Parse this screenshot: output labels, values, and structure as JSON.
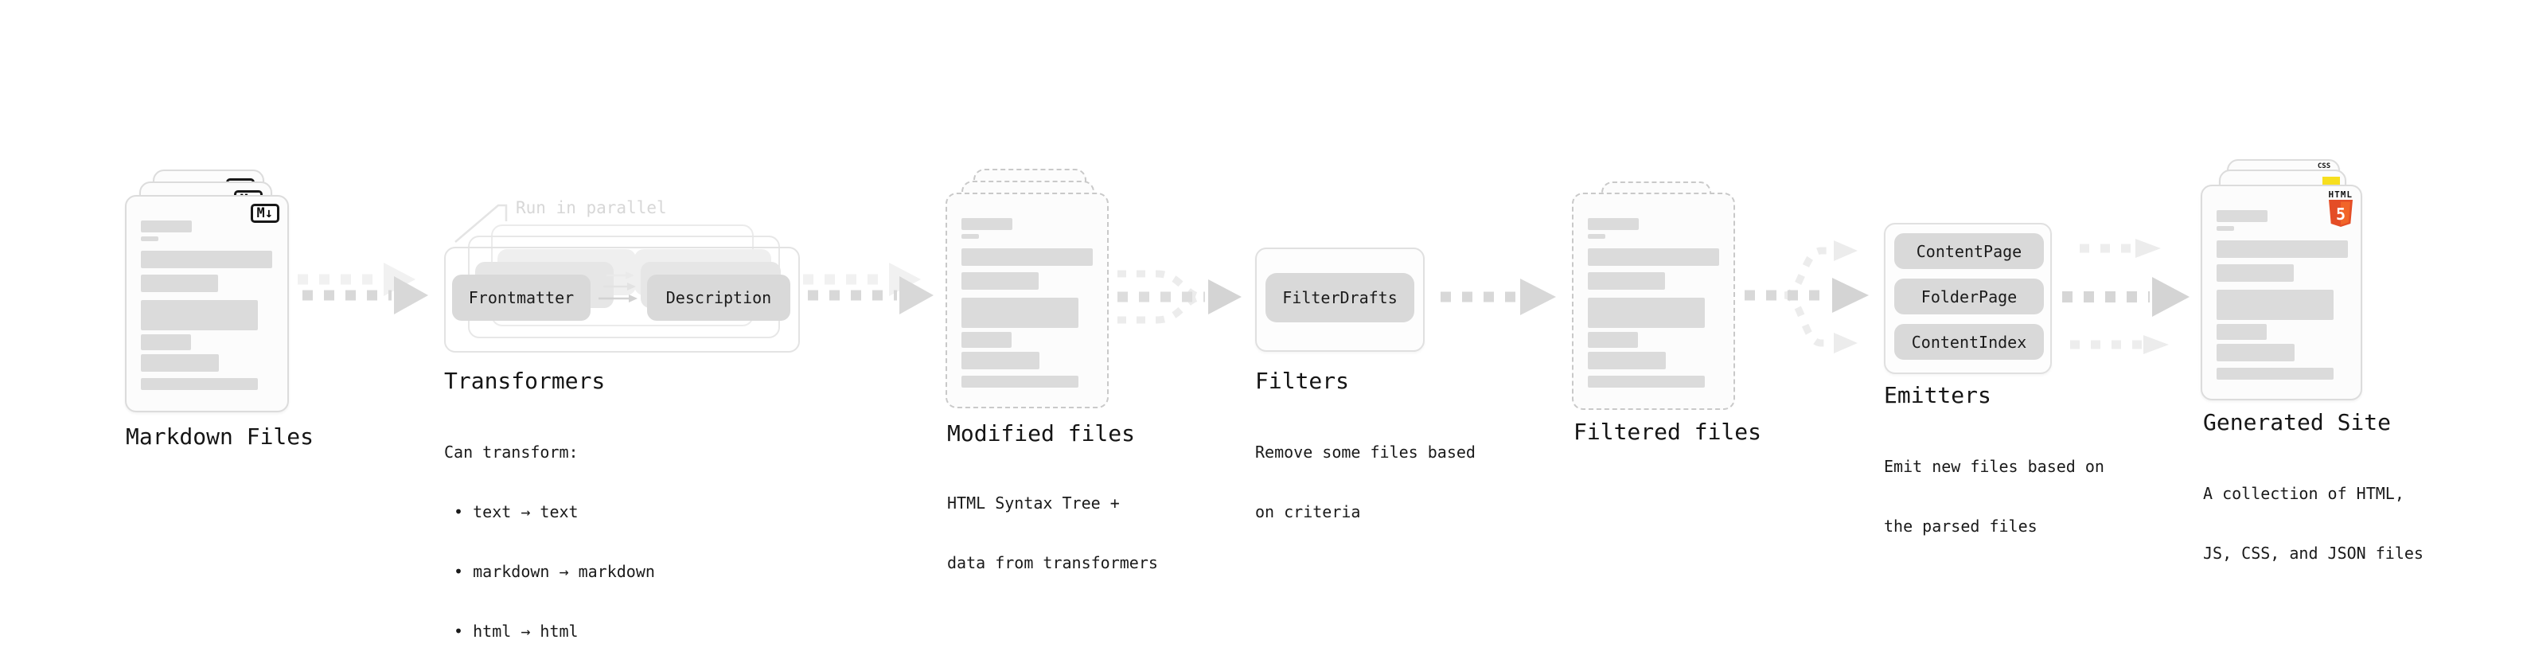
{
  "diagram": {
    "nodes": {
      "markdown_files": {
        "label": "Markdown Files",
        "badge": "M↓"
      },
      "transformers": {
        "label": "Transformers",
        "annotation": "Run in parallel",
        "steps": [
          "Frontmatter",
          "Description"
        ],
        "description_lines": [
          "Can transform:",
          " • text → text",
          " • markdown → markdown",
          " • html → html"
        ]
      },
      "modified_files": {
        "label": "Modified files",
        "description_lines": [
          "HTML Syntax Tree +",
          "data from transformers"
        ]
      },
      "filters": {
        "label": "Filters",
        "items": [
          "FilterDrafts"
        ],
        "description_lines": [
          "Remove some files based",
          "on criteria"
        ]
      },
      "filtered_files": {
        "label": "Filtered files"
      },
      "emitters": {
        "label": "Emitters",
        "items": [
          "ContentPage",
          "FolderPage",
          "ContentIndex"
        ],
        "description_lines": [
          "Emit new files based on",
          "the parsed files"
        ]
      },
      "generated_site": {
        "label": "Generated Site",
        "file_badges": {
          "css": "CSS",
          "html": "HTML",
          "html5_number": "5"
        },
        "description_lines": [
          "A collection of HTML,",
          "JS, CSS, and JSON files"
        ]
      }
    },
    "colors": {
      "card_border": "#dcdcdc",
      "dashed_border": "#c9c9c9",
      "button_bg": "#d9d9d9",
      "skeleton": "#dbdbdb",
      "arrow": "#d8d8d8",
      "arrow_light": "#ececec",
      "text": "#161616",
      "muted_annotation": "#d7d7d7",
      "html5_orange": "#e44d26",
      "html5_orange_light": "#f16529",
      "js_yellow": "#f7df1e",
      "css_blue": "#2b62f6"
    }
  }
}
